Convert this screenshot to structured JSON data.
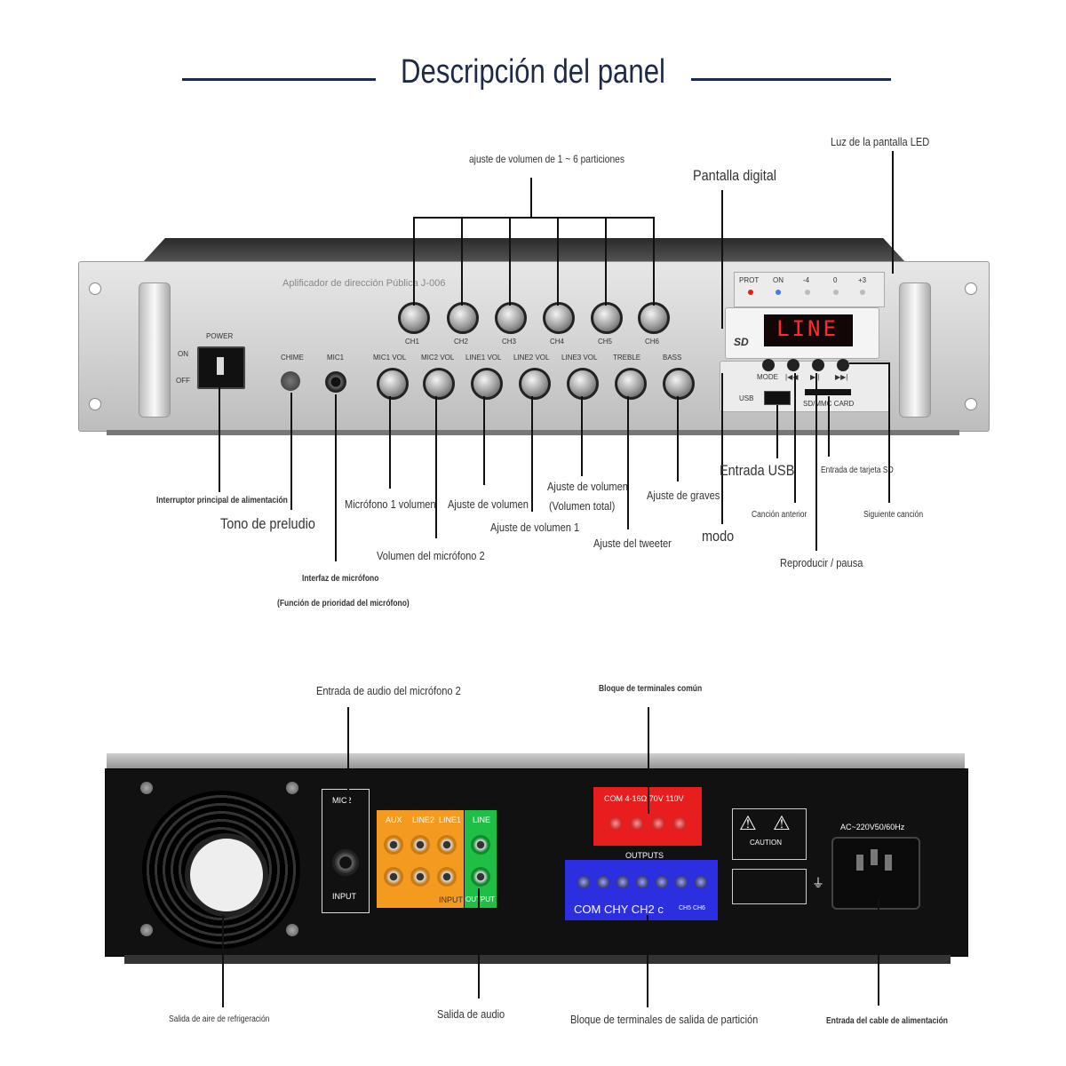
{
  "title": "Descripción del panel",
  "front_panel": {
    "brand": "Aplificador de dirección Pública J-006",
    "power_label": "POWER",
    "on_label": "ON",
    "off_label": "OFF",
    "chime_label": "CHIME",
    "mic1_label": "MIC1",
    "zones": [
      "CH1",
      "CH2",
      "CH3",
      "CH4",
      "CH5",
      "CH6"
    ],
    "controls": [
      "MIC1 VOL",
      "MIC2 VOL",
      "LINE1 VOL",
      "LINE2 VOL",
      "LINE3 VOL",
      "TREBLE",
      "BASS"
    ],
    "display_text": "LINE",
    "led_labels": [
      "PROT",
      "ON",
      "-4",
      "0",
      "+3"
    ],
    "sd_logo": "SD",
    "player_buttons": [
      "MODE",
      "|◀◀",
      "▶||",
      "▶▶|"
    ],
    "usb_label": "USB",
    "card_label": "SD/MMC CARD"
  },
  "front_labels": {
    "zones_volume": "ajuste de volumen de 1 ~ 6 particiones",
    "digital_display": "Pantalla digital",
    "led_light": "Luz de la pantalla LED",
    "power_switch": "Interruptor principal de alimentación",
    "prelude_tone": "Tono de preludio",
    "mic_interface": "Interfaz de micrófono",
    "mic_priority": "(Función de prioridad del micrófono)",
    "mic1_volume": "Micrófono 1 volumen",
    "mic2_volume": "Volumen del micrófono 2",
    "volume_adjust": "Ajuste de volumen",
    "volume_adjust_1": "Ajuste de volumen 1",
    "volume_total": "Ajuste de volumen",
    "volume_total_sub": "(Volumen total)",
    "tweeter": "Ajuste del tweeter",
    "bass": "Ajuste de graves",
    "usb_input": "Entrada USB",
    "sd_input": "Entrada de tarjeta SD",
    "mode": "modo",
    "prev_song": "Canción anterior",
    "play_pause": "Reproducir / pausa",
    "next_song": "Siguiente canción"
  },
  "rear_panel": {
    "mic2": "MIC2",
    "input": "INPUT",
    "aux": "AUX",
    "line2": "LINE2",
    "line1": "LINE1",
    "line_out": "LINE",
    "output": "OUTPUT",
    "com_header": "COM 4-16Ω 70V 110V",
    "outputs": "OUTPUTS",
    "zone_terms": "COM CHY CH2 c",
    "zone_terms_extra": "CH5  CH6",
    "caution": "CAUTION",
    "ac": "AC~220V50/60Hz"
  },
  "rear_labels": {
    "mic2_input": "Entrada de audio del micrófono 2",
    "common_terminal": "Bloque de terminales común",
    "cooling": "Salida de aire de refrigeración",
    "audio_out": "Salida de audio",
    "zone_terminal": "Bloque de terminales de salida de partición",
    "power_cable": "Entrada del cable de alimentación"
  }
}
